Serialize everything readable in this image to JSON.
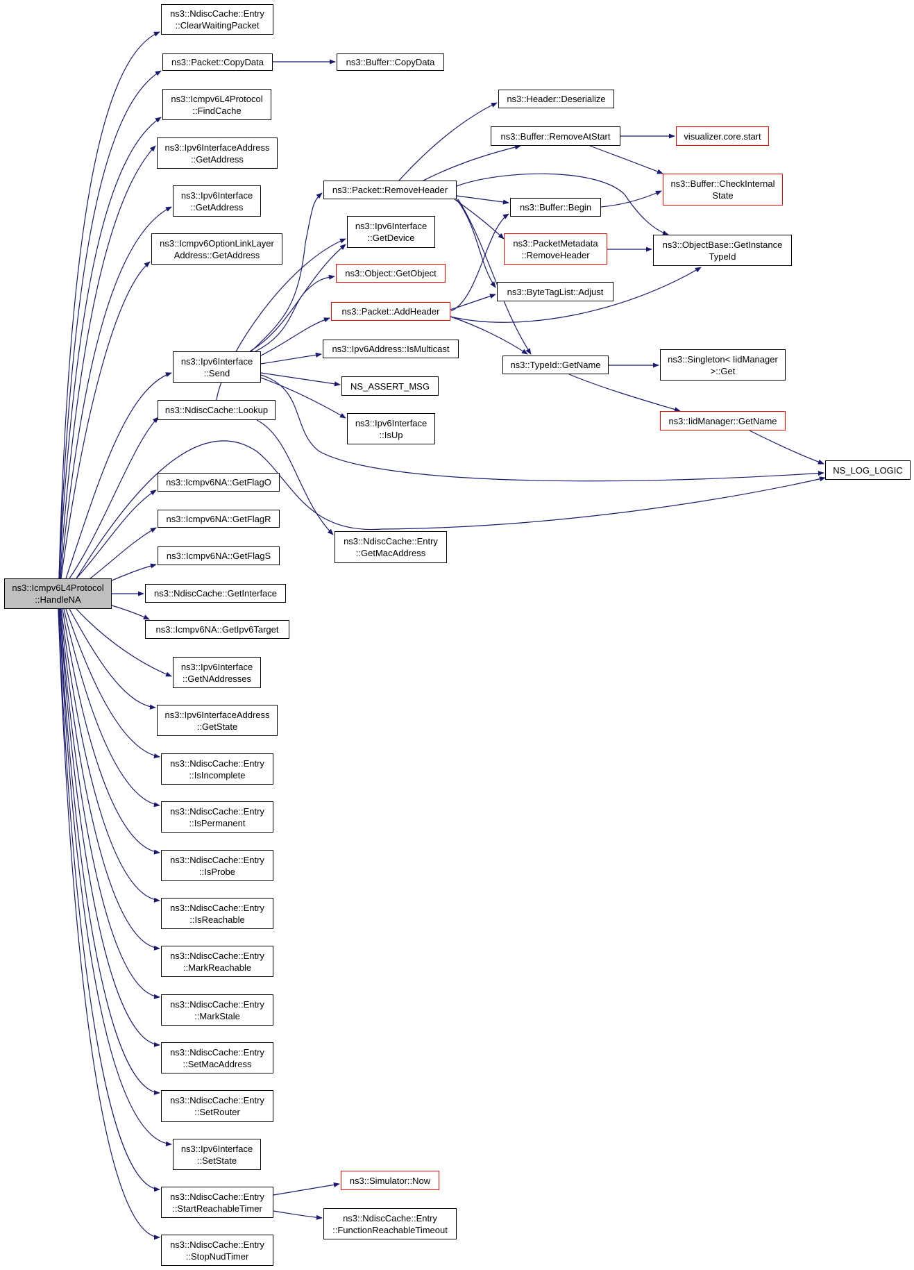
{
  "colors": {
    "edge": "#191970",
    "border": "#000000",
    "red_border": "#ff0000",
    "root_fill": "#bfbfbf"
  },
  "nodes": {
    "root": [
      "ns3::Icmpv6L4Protocol",
      "::HandleNA"
    ],
    "clear_waiting": [
      "ns3::NdiscCache::Entry",
      "::ClearWaitingPacket"
    ],
    "pkt_copydata": [
      "ns3::Packet::CopyData"
    ],
    "buf_copydata": [
      "ns3::Buffer::CopyData"
    ],
    "findcache": [
      "ns3::Icmpv6L4Protocol",
      "::FindCache"
    ],
    "ifaddr_getaddress": [
      "ns3::Ipv6InterfaceAddress",
      "::GetAddress"
    ],
    "iface_getaddress": [
      "ns3::Ipv6Interface",
      "::GetAddress"
    ],
    "optlink_getaddress": [
      "ns3::Icmpv6OptionLinkLayer",
      "Address::GetAddress"
    ],
    "iface_send": [
      "ns3::Ipv6Interface",
      "::Send"
    ],
    "lookup": [
      "ns3::NdiscCache::Lookup"
    ],
    "getflago": [
      "ns3::Icmpv6NA::GetFlagO"
    ],
    "getflagr": [
      "ns3::Icmpv6NA::GetFlagR"
    ],
    "getflags": [
      "ns3::Icmpv6NA::GetFlagS"
    ],
    "getinterface": [
      "ns3::NdiscCache::GetInterface"
    ],
    "getipv6target": [
      "ns3::Icmpv6NA::GetIpv6Target"
    ],
    "getnaddresses": [
      "ns3::Ipv6Interface",
      "::GetNAddresses"
    ],
    "ifaddr_getstate": [
      "ns3::Ipv6InterfaceAddress",
      "::GetState"
    ],
    "isincomplete": [
      "ns3::NdiscCache::Entry",
      "::IsIncomplete"
    ],
    "ispermanent": [
      "ns3::NdiscCache::Entry",
      "::IsPermanent"
    ],
    "isprobe": [
      "ns3::NdiscCache::Entry",
      "::IsProbe"
    ],
    "isreachable": [
      "ns3::NdiscCache::Entry",
      "::IsReachable"
    ],
    "markreachable": [
      "ns3::NdiscCache::Entry",
      "::MarkReachable"
    ],
    "markstale": [
      "ns3::NdiscCache::Entry",
      "::MarkStale"
    ],
    "setmacaddress": [
      "ns3::NdiscCache::Entry",
      "::SetMacAddress"
    ],
    "setrouter": [
      "ns3::NdiscCache::Entry",
      "::SetRouter"
    ],
    "setstate": [
      "ns3::Ipv6Interface",
      "::SetState"
    ],
    "startreachable": [
      "ns3::NdiscCache::Entry",
      "::StartReachableTimer"
    ],
    "stopnud": [
      "ns3::NdiscCache::Entry",
      "::StopNudTimer"
    ],
    "removeheader": [
      "ns3::Packet::RemoveHeader"
    ],
    "getdevice": [
      "ns3::Ipv6Interface",
      "::GetDevice"
    ],
    "getobject": [
      "ns3::Object::GetObject"
    ],
    "addheader": [
      "ns3::Packet::AddHeader"
    ],
    "ismulticast": [
      "ns3::Ipv6Address::IsMulticast"
    ],
    "assert_msg": [
      "NS_ASSERT_MSG"
    ],
    "isup": [
      "ns3::Ipv6Interface",
      "::IsUp"
    ],
    "getmacaddress": [
      "ns3::NdiscCache::Entry",
      "::GetMacAddress"
    ],
    "sim_now": [
      "ns3::Simulator::Now"
    ],
    "fn_reachable_timeout": [
      "ns3::NdiscCache::Entry",
      "::FunctionReachableTimeout"
    ],
    "hdr_deserialize": [
      "ns3::Header::Deserialize"
    ],
    "buf_removeatstart": [
      "ns3::Buffer::RemoveAtStart"
    ],
    "viz_start": [
      "visualizer.core.start"
    ],
    "buf_checkinternal": [
      "ns3::Buffer::CheckInternal",
      "State"
    ],
    "buf_begin": [
      "ns3::Buffer::Begin"
    ],
    "pm_removeheader": [
      "ns3::PacketMetadata",
      "::RemoveHeader"
    ],
    "objbase_getinstance": [
      "ns3::ObjectBase::GetInstance",
      "TypeId"
    ],
    "bytetag_adjust": [
      "ns3::ByteTagList::Adjust"
    ],
    "typeid_getname": [
      "ns3::TypeId::GetName"
    ],
    "singleton_get": [
      "ns3::Singleton< IidManager",
      ">::Get"
    ],
    "iidmanager_getname": [
      "ns3::IidManager::GetName"
    ],
    "ns_log_logic": [
      "NS_LOG_LOGIC"
    ]
  }
}
